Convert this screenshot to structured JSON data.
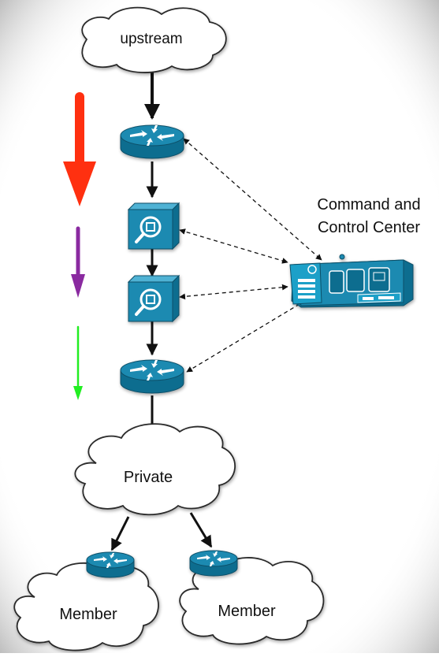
{
  "labels": {
    "upstream": "upstream",
    "private": "Private",
    "member_left": "Member",
    "member_right": "Member",
    "command_line1": "Command and",
    "command_line2": "Control Center"
  },
  "colors": {
    "device": "#1a8ab1",
    "device_dark": "#0f6d8f",
    "arrow_red": "#ff3010",
    "arrow_purple": "#8a2aa0",
    "arrow_green": "#22ee22",
    "cloud_edge": "#2a2a2a"
  },
  "icons": [
    "cloud-icon",
    "router-icon",
    "inspection-box-icon",
    "control-console-icon"
  ]
}
